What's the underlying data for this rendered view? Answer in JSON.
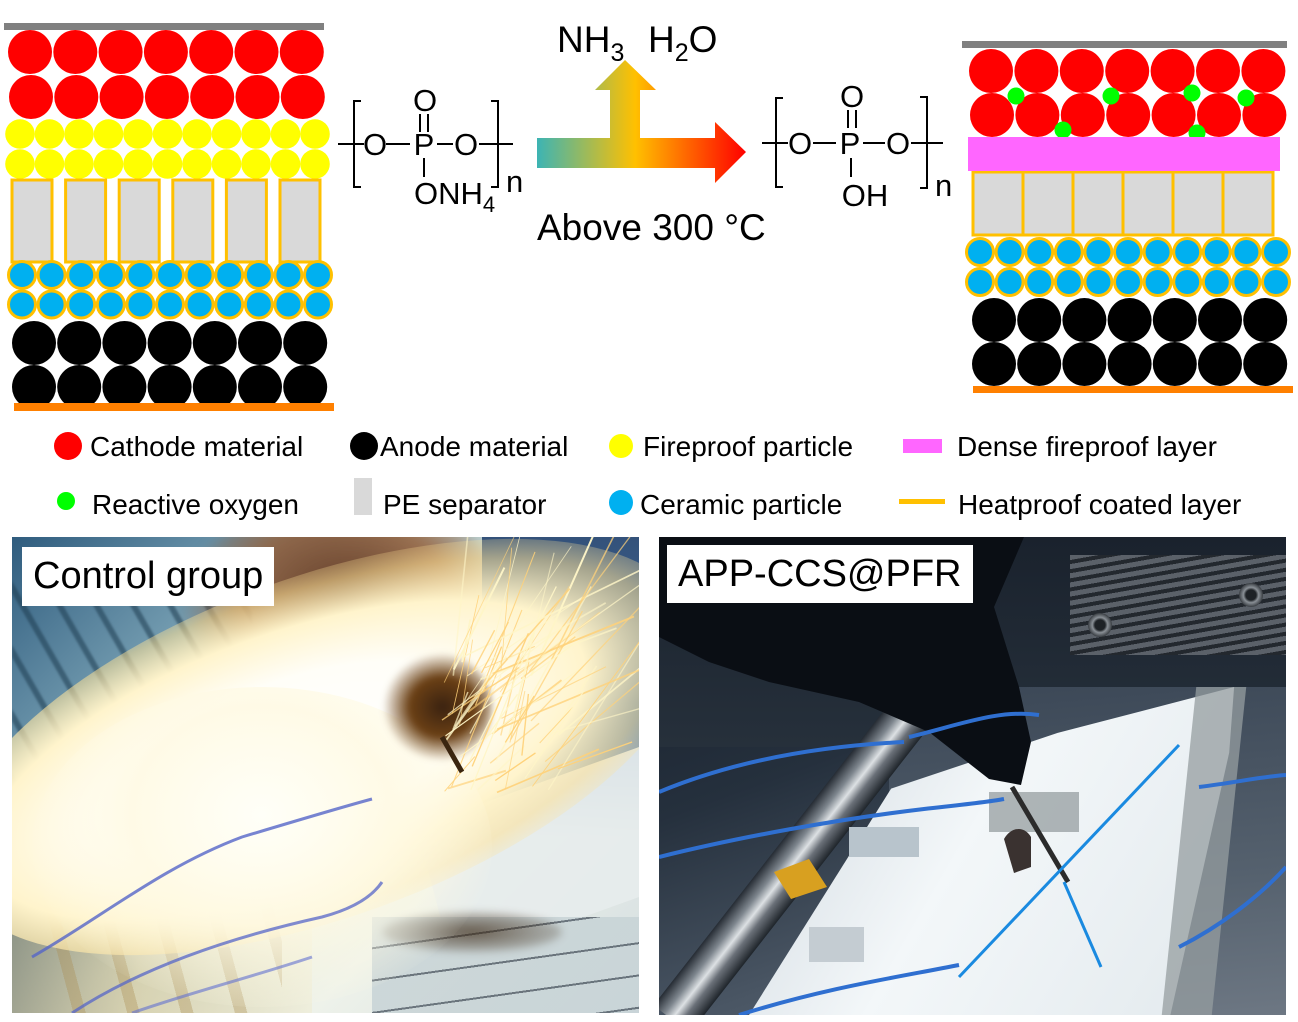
{
  "diagrams": {
    "before": {
      "cathode_rows": 2,
      "cathode_per_row": 7,
      "fireproof_rows": 2,
      "fireproof_per_row": 11,
      "separator_segments": 6,
      "ceramic_rows": 2,
      "ceramic_per_row": 11,
      "anode_rows": 2,
      "anode_per_row": 7
    },
    "after": {
      "cathode_rows": 2,
      "cathode_per_row": 7,
      "reactive_oxygen_count": 6,
      "dense_fireproof_layer": true,
      "separator_segments": 6,
      "ceramic_rows": 2,
      "ceramic_per_row": 11,
      "anode_rows": 2,
      "anode_per_row": 7
    }
  },
  "reaction": {
    "reactant": {
      "backbone": [
        "O",
        "P",
        "O"
      ],
      "top": "O",
      "side": "ONH",
      "side_sub": "4",
      "repeat": "n"
    },
    "byproducts": [
      {
        "base": "NH",
        "sub": "3"
      },
      {
        "base": "H",
        "sub": "2",
        "tail": "O"
      }
    ],
    "condition": "Above 300 °C",
    "product": {
      "backbone": [
        "O",
        "P",
        "O"
      ],
      "top": "O",
      "side": "OH",
      "repeat": "n"
    },
    "arrow_gradient": [
      "#3CB4B4",
      "#FFC000",
      "#FF0000"
    ]
  },
  "legend": [
    {
      "label": "Cathode material",
      "color": "#FF0000",
      "swatch": "circle"
    },
    {
      "label": "Anode material",
      "color": "#000000",
      "swatch": "circle"
    },
    {
      "label": "Fireproof particle",
      "color": "#FFFF00",
      "swatch": "circle"
    },
    {
      "label": "Dense fireproof layer",
      "color": "#FF66FF",
      "swatch": "rect"
    },
    {
      "label": "Reactive oxygen",
      "color": "#00FF00",
      "swatch": "circle"
    },
    {
      "label": "PE separator",
      "color": "#D9D9D9",
      "swatch": "rect"
    },
    {
      "label": "Ceramic particle",
      "color": "#00B0F0",
      "swatch": "circle"
    },
    {
      "label": "Heatproof coated layer",
      "color": "#FFC000",
      "swatch": "line"
    }
  ],
  "photos": [
    {
      "label": "Control group"
    },
    {
      "label": "APP-CCS@PFR"
    }
  ],
  "colors": {
    "cathode": "#FF0000",
    "anode": "#000000",
    "fireproof": "#FFFF00",
    "dense_layer": "#FF66FF",
    "reactive_oxygen": "#00FF00",
    "separator": "#D9D9D9",
    "ceramic": "#00B0F0",
    "heatproof_coat": "#FFC000",
    "top_collector": "#808080",
    "bottom_collector": "#FF8000"
  }
}
